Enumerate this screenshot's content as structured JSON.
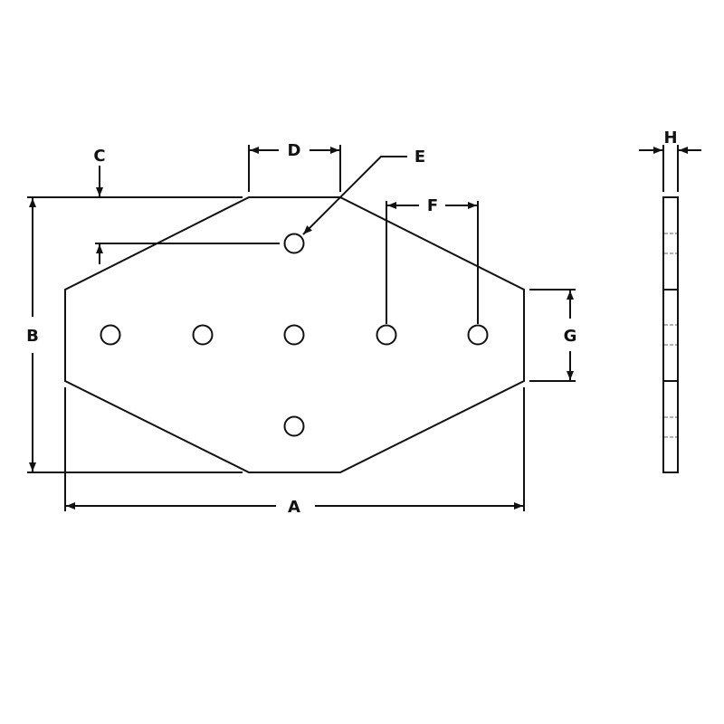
{
  "diagram": {
    "type": "technical-drawing",
    "subject": "flat plate with chamfered corners and 7 holes",
    "views": [
      "front view",
      "side view"
    ],
    "line_color": "#111111",
    "background": "#ffffff",
    "dimensions": {
      "A": "A",
      "B": "B",
      "C": "C",
      "D": "D",
      "E": "E",
      "F": "F",
      "G": "G",
      "H": "H"
    },
    "hole_count": 7
  }
}
